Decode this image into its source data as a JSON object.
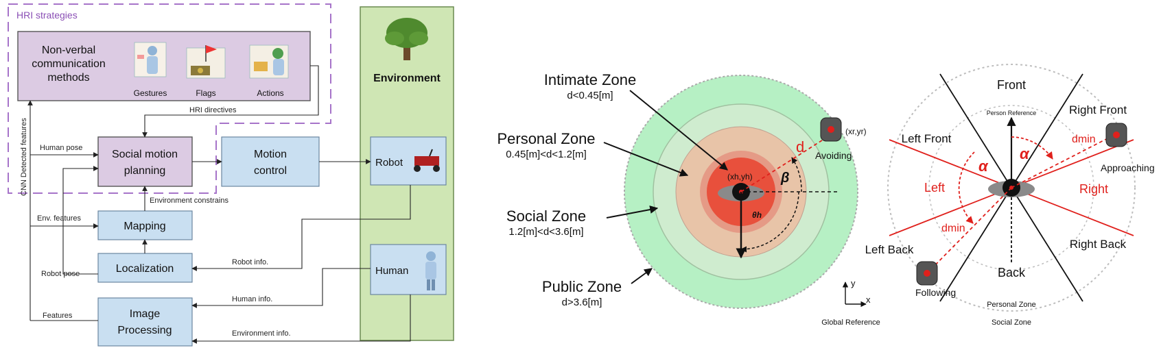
{
  "left_diagram": {
    "hri_title": "HRI strategies",
    "nonverbal": [
      "Non-verbal",
      "communication",
      "methods"
    ],
    "icons": [
      "Gestures",
      "Flags",
      "Actions"
    ],
    "environment_title": "Environment",
    "robot_label": "Robot",
    "human_label": "Human",
    "social_motion": [
      "Social motion",
      "planning"
    ],
    "motion_control": [
      "Motion",
      "control"
    ],
    "mapping": "Mapping",
    "localization": "Localization",
    "image_processing": [
      "Image",
      "Processing"
    ],
    "edges": {
      "hri_directives": "HRI directives",
      "human_pose": "Human pose",
      "cnn_features": "CNN Detected features",
      "env_constraints": "Environment constrains",
      "env_features": "Env. features",
      "robot_info": "Robot info.",
      "robot_pose": "Robot pose",
      "human_info": "Human info.",
      "features": "Features",
      "environment_info": "Environment info."
    }
  },
  "zones_diagram": {
    "intimate": [
      "Intimate Zone",
      "d<0.45[m]"
    ],
    "personal": [
      "Personal Zone",
      "0.45[m]<d<1.2[m]"
    ],
    "social": [
      "Social Zone",
      "1.2[m]<d<3.6[m]"
    ],
    "public": [
      "Public Zone",
      "d>3.6[m]"
    ],
    "d_label": "d",
    "beta": "β",
    "theta": "θh",
    "person_coord": "(xh,yh)",
    "robot_coord": "(xr,yr)",
    "avoiding": "Avoiding",
    "global_ref": "Global Reference",
    "axis_y": "y",
    "axis_x": "x",
    "colors": {
      "public": "#b6f0c4",
      "social": "#cfeccf",
      "personal": "#e8c4a8",
      "intimate_ring": "#e59a86",
      "intimate": "#e8503c"
    }
  },
  "directions_diagram": {
    "front": "Front",
    "person_ref": "Person Reference",
    "right_front": "Right Front",
    "left_front": "Left Front",
    "left": "Left",
    "right": "Right",
    "left_back": "Left Back",
    "right_back": "Right Back",
    "back": "Back",
    "alpha": "α",
    "dmin": "dmin",
    "approaching": "Approaching",
    "following": "Following",
    "personal_zone": "Personal Zone",
    "social_zone": "Social Zone"
  }
}
